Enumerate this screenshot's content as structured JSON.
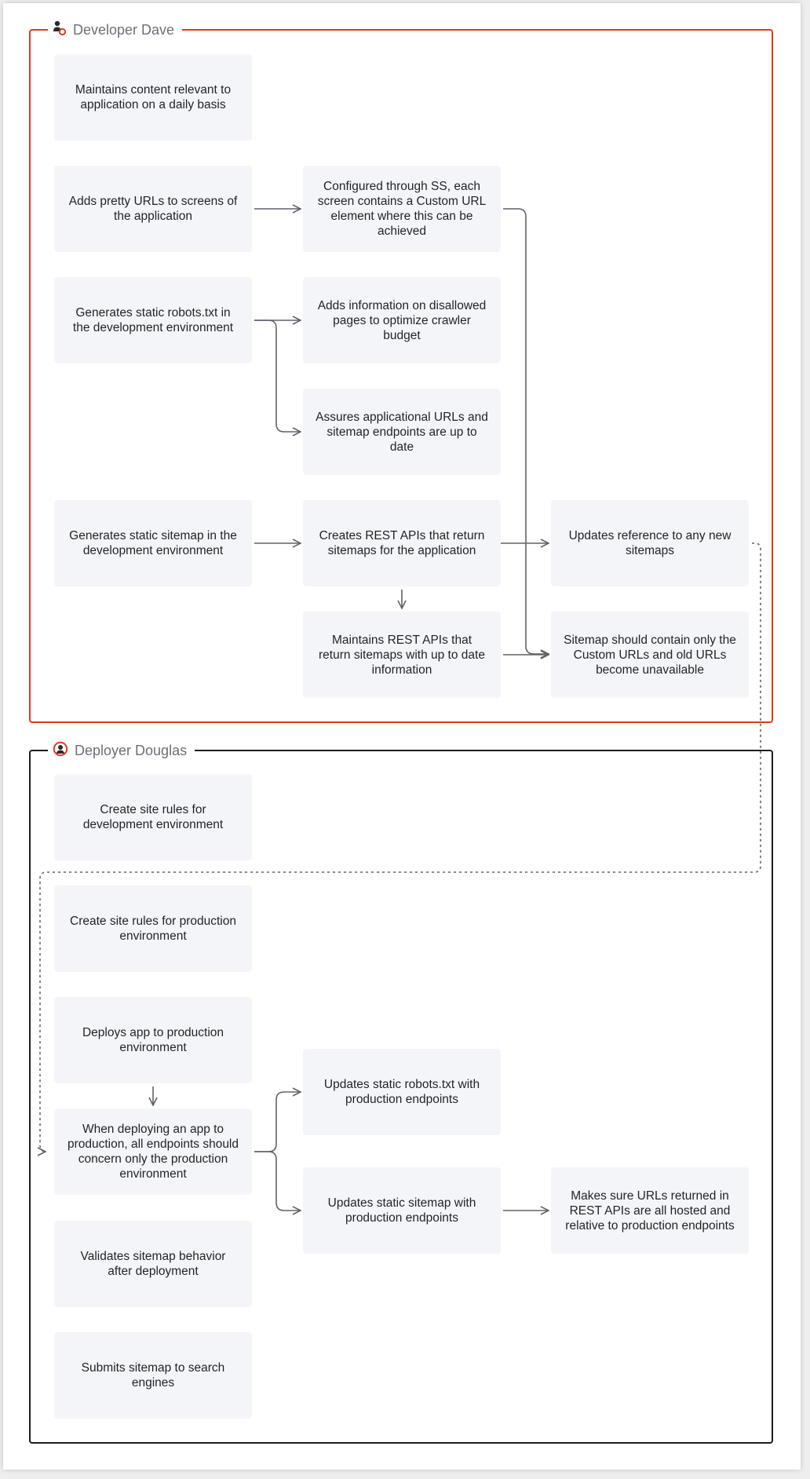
{
  "lanes": {
    "developer": {
      "title": "Developer Dave",
      "color": "#e03a1e",
      "icon": "developer-person-icon"
    },
    "deployer": {
      "title": "Deployer Douglas",
      "color": "#1c1c1c",
      "icon": "deployer-person-icon"
    }
  },
  "nodes": {
    "d1": "Maintains content relevant to application on a daily basis",
    "d2": "Adds pretty URLs to screens of the application",
    "d3": "Configured through SS, each screen contains a Custom URL element where this can be achieved",
    "d4": "Generates static robots.txt in the development environment",
    "d5": "Adds information on disallowed pages to optimize crawler budget",
    "d6": "Assures applicational URLs and sitemap endpoints are up to date",
    "d7": "Generates static sitemap in the development environment",
    "d8": "Creates REST APIs that return sitemaps for the application",
    "d9": "Updates reference to any new sitemaps",
    "d10": "Maintains REST APIs that return sitemaps with up to date information",
    "d11": "Sitemap should contain only the Custom URLs and old URLs become unavailable",
    "p1": "Create site rules for development environment",
    "p2": "Create site rules for production environment",
    "p3": "Deploys app to production environment",
    "p4": "When deploying an app to production, all endpoints should concern only the production environment",
    "p5": "Updates static robots.txt with production endpoints",
    "p6": "Updates static sitemap with production endpoints",
    "p7": "Makes sure URLs returned in REST APIs are all hosted and relative to production endpoints",
    "p8": "Validates sitemap behavior after deployment",
    "p9": "Submits sitemap to search engines"
  },
  "colors": {
    "box_fill": "#f4f5f9",
    "connector": "#5f636b",
    "accent": "#e03a1e"
  }
}
